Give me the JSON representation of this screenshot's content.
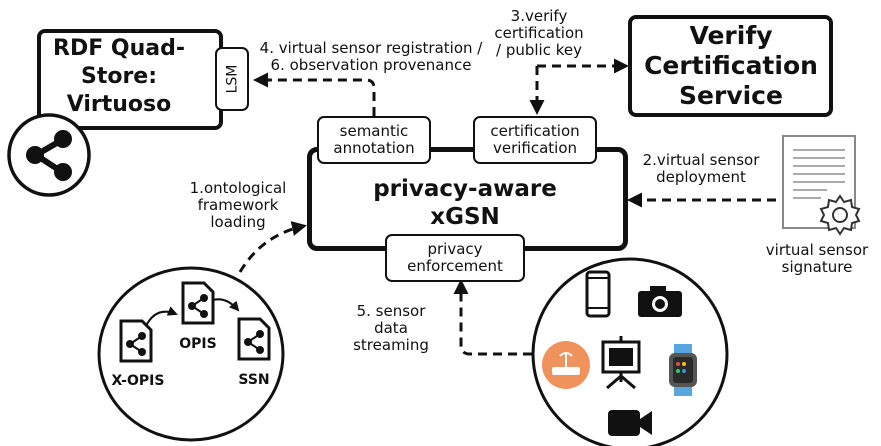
{
  "rdf_store": {
    "title": "RDF Quad-\nStore:\nVirtuoso",
    "lsm": "LSM"
  },
  "verify_service": {
    "title": "Verify\nCertification\nService"
  },
  "xgsn": {
    "title": "privacy-aware\nxGSN",
    "semantic": "semantic\nannotation",
    "certification": "certification\nverification",
    "privacy": "privacy\nenforcement"
  },
  "steps": {
    "s1": "1.ontological\nframework\nloading",
    "s2": "2.virtual sensor\ndeployment",
    "s3": "3.verify\ncertification\n/ public key",
    "s4": "4. virtual sensor registration /\n6. observation provenance",
    "s5": "5. sensor\ndata\nstreaming"
  },
  "signature": {
    "label": "virtual sensor\nsignature"
  },
  "ontology": {
    "x_opis": "X-OPIS",
    "opis": "OPIS",
    "ssn": "SSN"
  },
  "icons": [
    "share-icon",
    "certificate-icon",
    "gear-icon",
    "phone-icon",
    "camera-icon",
    "router-icon",
    "projector-icon",
    "smartwatch-icon",
    "video-camera-icon",
    "document-icon"
  ],
  "colors": {
    "router": "#f0925c",
    "watch_band": "#57a6e0"
  }
}
